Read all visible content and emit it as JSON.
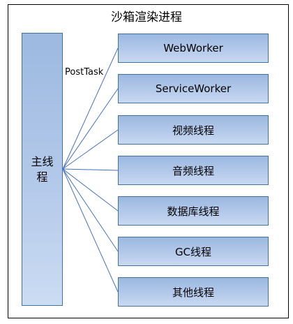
{
  "title": "沙箱渲染进程",
  "main_thread": {
    "label": "主线程"
  },
  "edge_label": "PostTask",
  "workers": [
    {
      "label": "WebWorker"
    },
    {
      "label": "ServiceWorker"
    },
    {
      "label": "视频线程"
    },
    {
      "label": "音频线程"
    },
    {
      "label": "数据库线程"
    },
    {
      "label": "GC线程"
    },
    {
      "label": "其他线程"
    }
  ],
  "colors": {
    "box_border": "#41719c",
    "box_fill": "#b3c9ea",
    "line": "#4472c4"
  }
}
